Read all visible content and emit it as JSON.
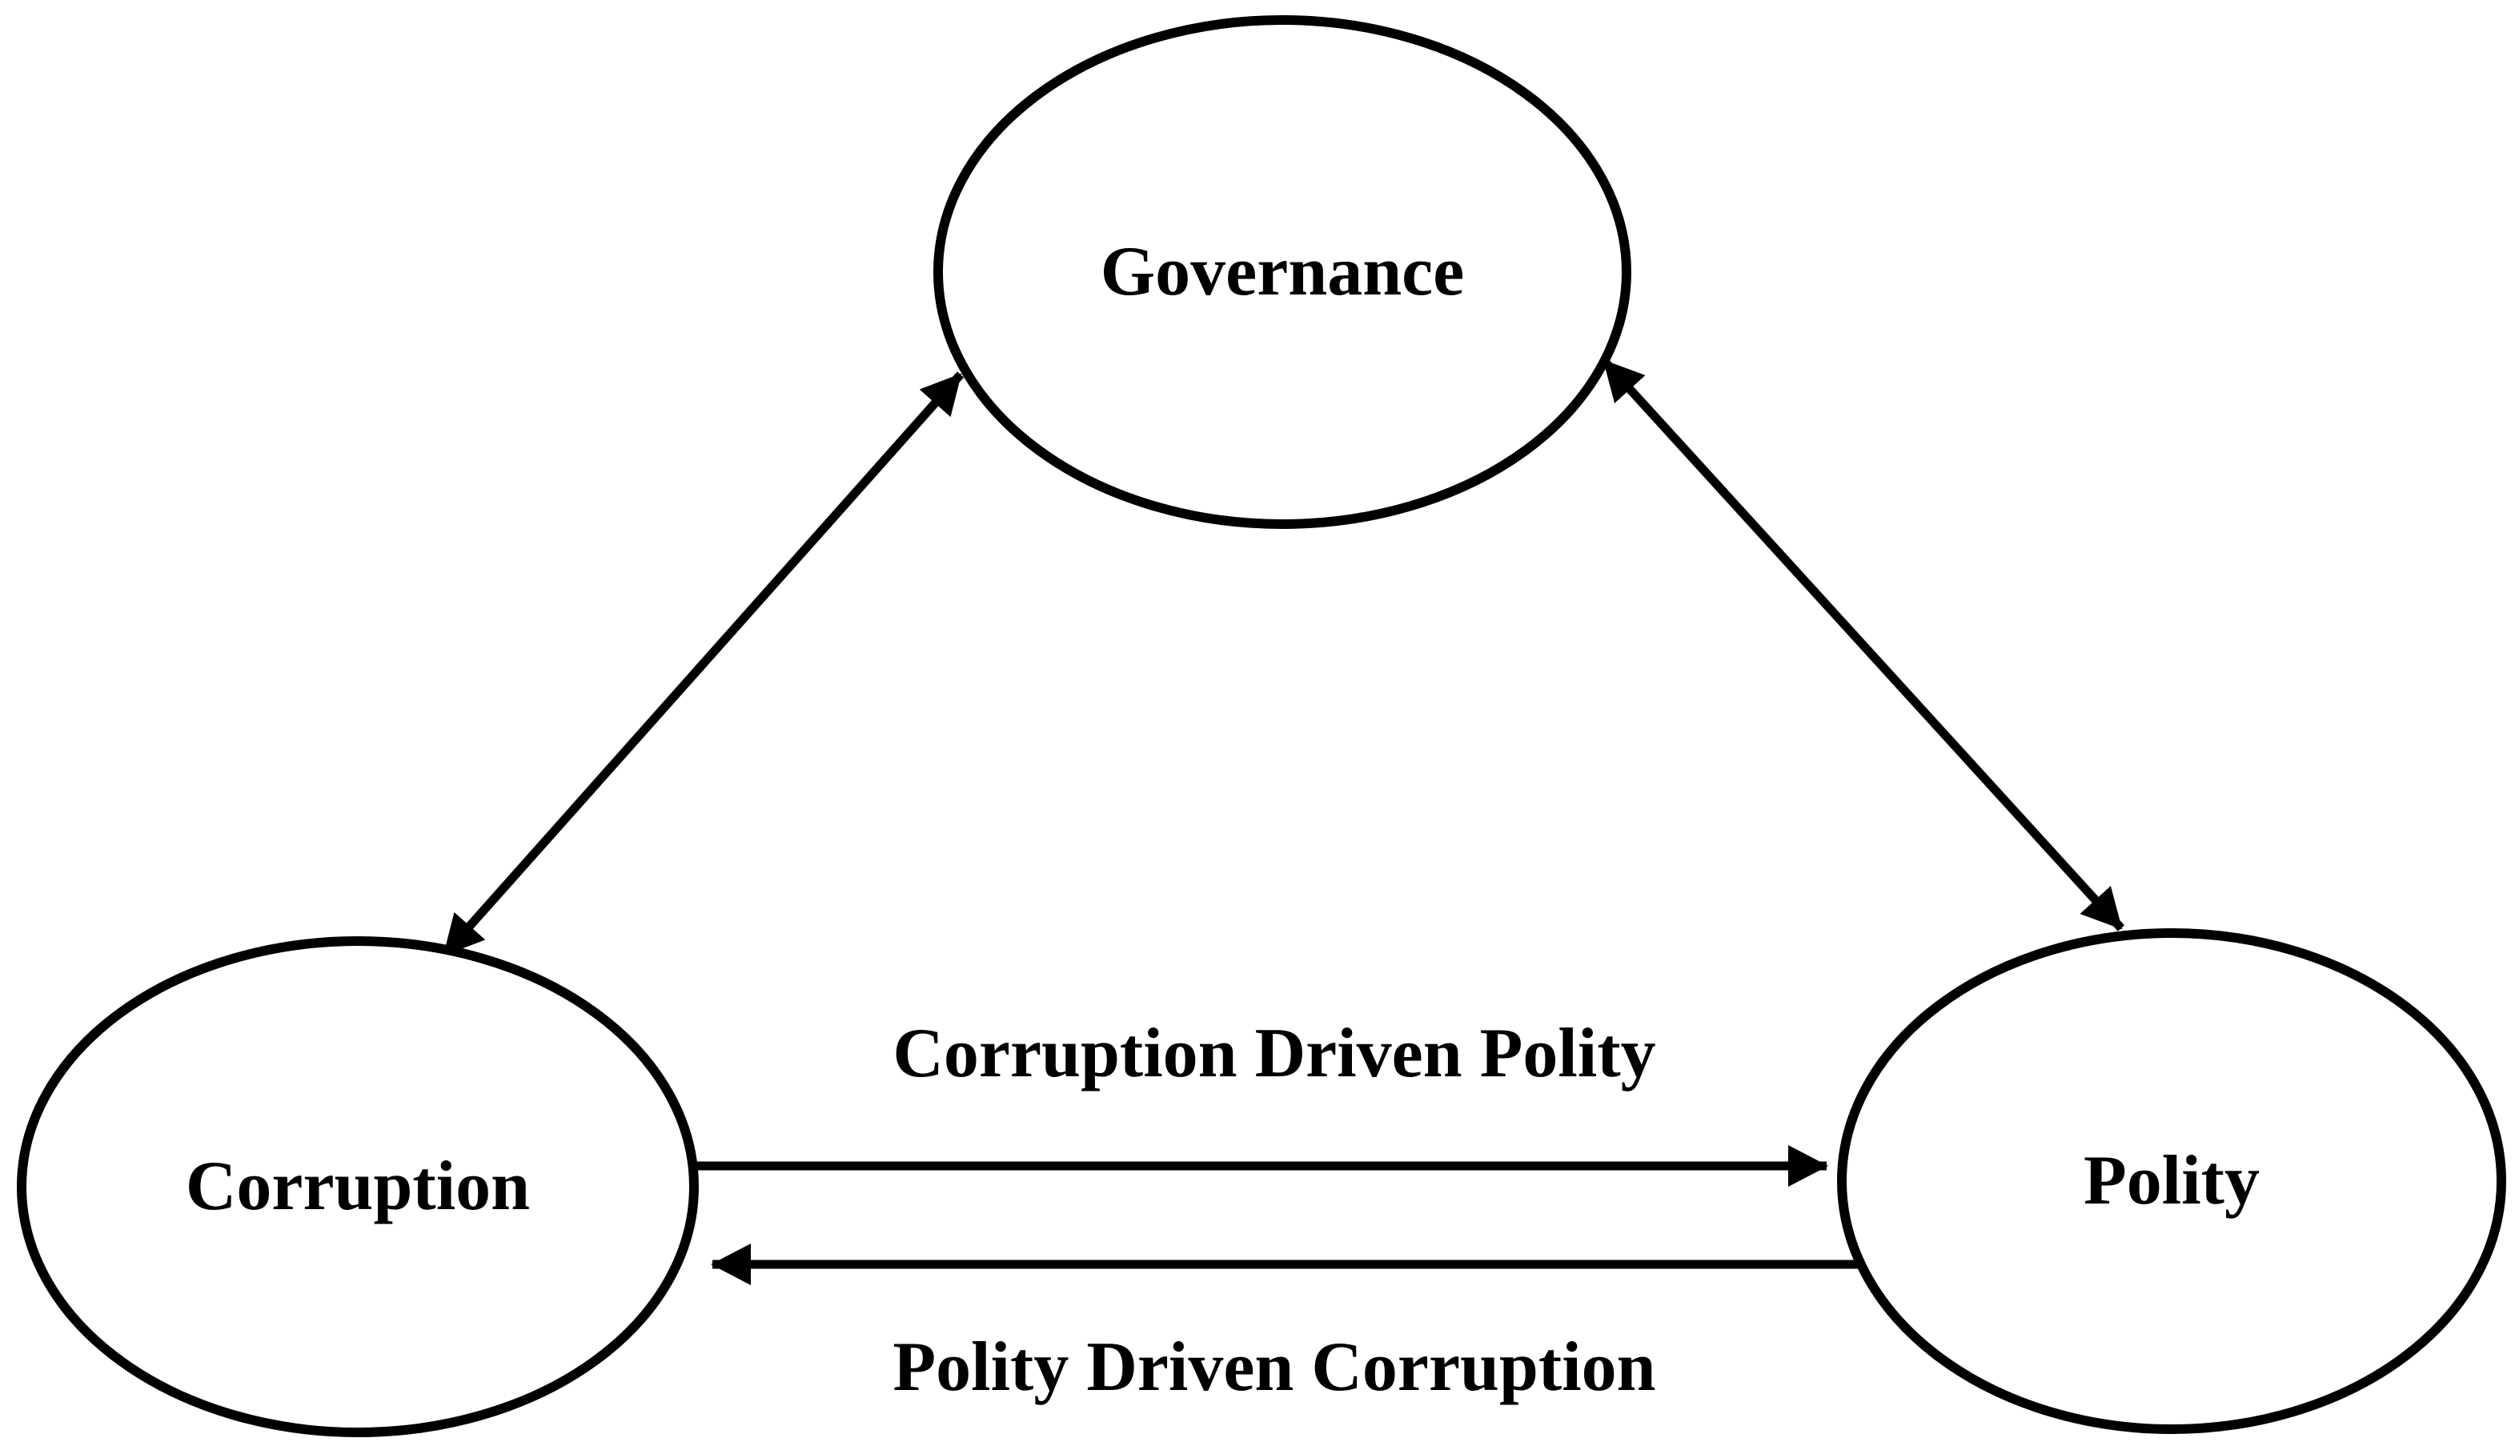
{
  "diagram": {
    "background_color": "#ffffff",
    "line_color": "#000000",
    "nodes": {
      "governance": {
        "label": "Governance"
      },
      "corruption": {
        "label": "Corruption"
      },
      "polity": {
        "label": "Polity"
      }
    },
    "edges": {
      "corruption_governance": {
        "from": "Corruption",
        "to": "Governance",
        "direction": "bidirectional",
        "label": ""
      },
      "governance_polity": {
        "from": "Governance",
        "to": "Polity",
        "direction": "bidirectional",
        "label": ""
      },
      "corruption_to_polity": {
        "from": "Corruption",
        "to": "Polity",
        "direction": "one-way",
        "label": "Corruption Driven Polity"
      },
      "polity_to_corruption": {
        "from": "Polity",
        "to": "Corruption",
        "direction": "one-way",
        "label": "Polity Driven Corruption"
      }
    }
  }
}
